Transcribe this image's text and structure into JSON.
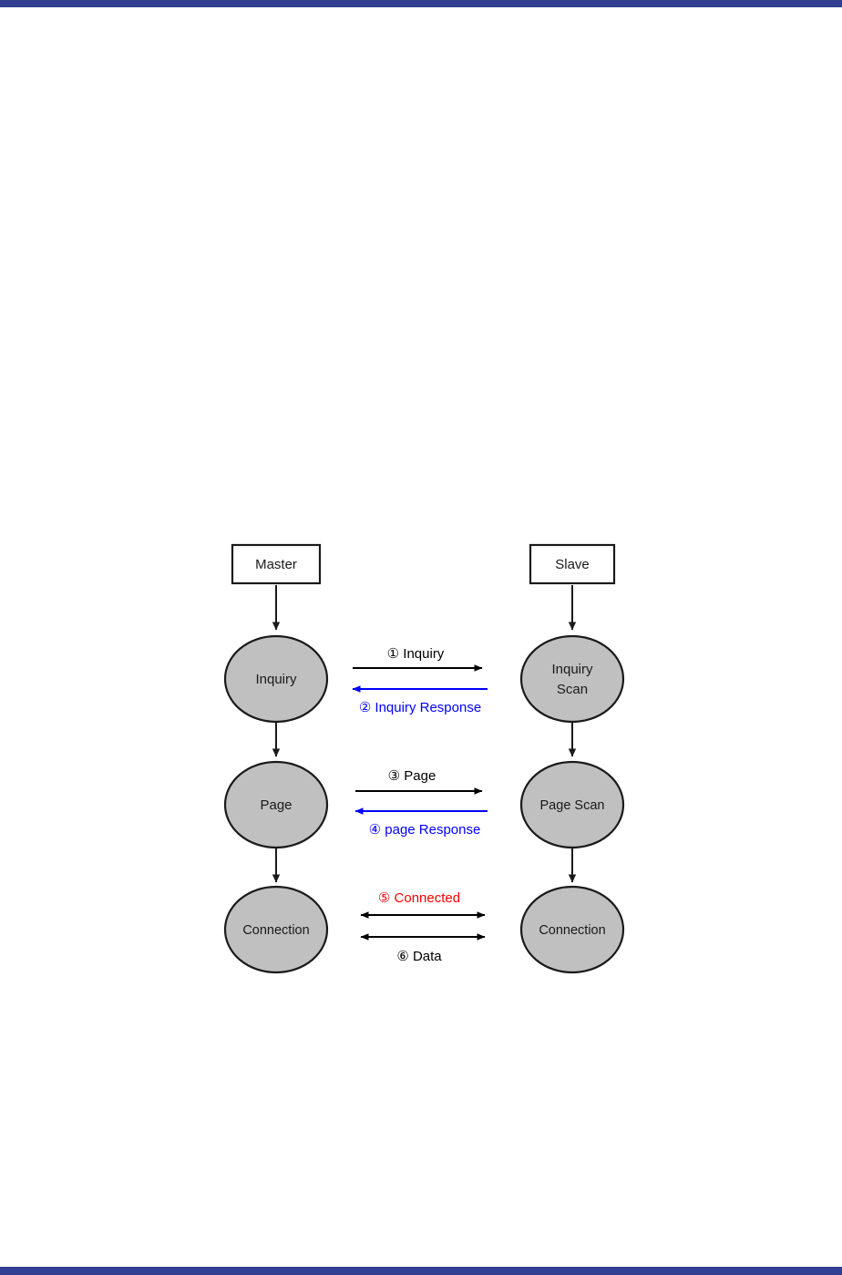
{
  "page": {
    "background_color": "#ffffff",
    "rule_color": "#303f8f"
  },
  "diagram": {
    "title": "",
    "type": "sequence-state-diagram",
    "colors": {
      "node_fill": "#c0c0c0",
      "node_stroke": "#1a1a1a",
      "box_fill": "#ffffff",
      "black": "#000000",
      "blue": "#0000ff",
      "red": "#ff0000"
    },
    "columns": [
      {
        "id": "master",
        "header": "Master"
      },
      {
        "id": "slave",
        "header": "Slave"
      }
    ],
    "master_states": [
      {
        "id": "master-inquiry",
        "label": "Inquiry"
      },
      {
        "id": "master-page",
        "label": "Page"
      },
      {
        "id": "master-connection",
        "label": "Connection"
      }
    ],
    "slave_states": [
      {
        "id": "slave-inquiry-scan",
        "line1": "Inquiry",
        "line2": "Scan"
      },
      {
        "id": "slave-page-scan",
        "line1": "Page Scan",
        "line2": ""
      },
      {
        "id": "slave-connection",
        "line1": "Connection",
        "line2": ""
      }
    ],
    "messages": [
      {
        "num": "①",
        "text": "Inquiry",
        "label": "① Inquiry",
        "direction": "right",
        "color": "#000000",
        "position": "above"
      },
      {
        "num": "②",
        "text": "Inquiry Response",
        "label": "② Inquiry Response",
        "direction": "left",
        "color": "#0000ff",
        "position": "below"
      },
      {
        "num": "③",
        "text": "Page",
        "label": "③ Page",
        "direction": "right",
        "color": "#000000",
        "position": "above"
      },
      {
        "num": "④",
        "text": "page Response",
        "label": "④ page Response",
        "direction": "left",
        "color": "#0000ff",
        "position": "below"
      },
      {
        "num": "⑤",
        "text": "Connected",
        "label": "⑤ Connected",
        "direction": "both",
        "color": "#ff0000",
        "position": "above"
      },
      {
        "num": "⑥",
        "text": "Data",
        "label": "⑥ Data",
        "direction": "both",
        "color": "#000000",
        "position": "below"
      }
    ]
  }
}
